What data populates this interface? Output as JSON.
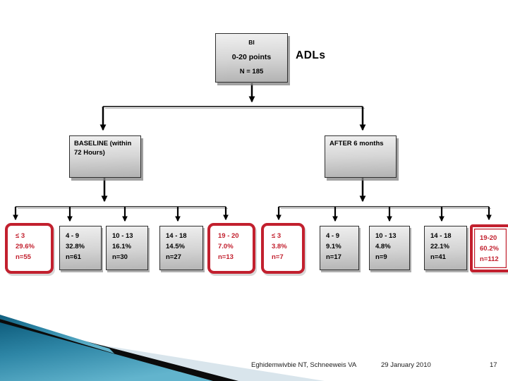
{
  "root_box": {
    "title": "BI",
    "range": "0-20 points",
    "n": "N = 185"
  },
  "side_label": "ADLs",
  "branches": [
    {
      "id": "baseline",
      "label": "BASELINE (within 72 Hours)"
    },
    {
      "id": "after",
      "label": "AFTER 6 months"
    }
  ],
  "leaves": [
    {
      "group": "baseline",
      "range": "≤ 3",
      "percent": "29.6%",
      "n": "n=55",
      "highlighted": true
    },
    {
      "group": "baseline",
      "range": "4 - 9",
      "percent": "32.8%",
      "n": "n=61",
      "highlighted": false
    },
    {
      "group": "baseline",
      "range": "10 - 13",
      "percent": "16.1%",
      "n": "n=30",
      "highlighted": false
    },
    {
      "group": "baseline",
      "range": "14 - 18",
      "percent": "14.5%",
      "n": "n=27",
      "highlighted": false
    },
    {
      "group": "baseline",
      "range": "19 - 20",
      "percent": "7.0%",
      "n": "n=13",
      "highlighted": true
    },
    {
      "group": "after",
      "range": "≤ 3",
      "percent": "3.8%",
      "n": "n=7",
      "highlighted": true
    },
    {
      "group": "after",
      "range": "4 - 9",
      "percent": "9.1%",
      "n": "n=17",
      "highlighted": false
    },
    {
      "group": "after",
      "range": "10 - 13",
      "percent": "4.8%",
      "n": "n=9",
      "highlighted": false
    },
    {
      "group": "after",
      "range": "14 - 18",
      "percent": "22.1%",
      "n": "n=41",
      "highlighted": false
    },
    {
      "group": "after",
      "range": "19-20",
      "percent": "60.2%",
      "n": "n=112",
      "highlighted": true
    }
  ],
  "footer": {
    "authors": "Eghidemwivbie NT, Schneeweis VA",
    "date": "29 January 2010",
    "page": "17"
  },
  "colors": {
    "highlight_red": "#c2202e",
    "swoosh_teal_dark": "#0f5e7e",
    "swoosh_teal_light": "#62b4cd",
    "swoosh_black": "#0b0b0b",
    "swoosh_pale": "#d9e5ec",
    "box_border": "#2f2f2f"
  }
}
